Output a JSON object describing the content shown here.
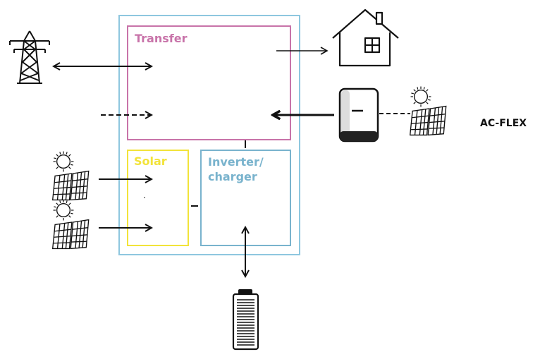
{
  "labels": {
    "transfer": "Transfer",
    "solar": "Solar",
    "inverter_charger": "Inverter/\ncharger",
    "ac_flex": "AC-FLEX"
  },
  "colors": {
    "outer_box": "#8ec7df",
    "transfer": "#c873a9",
    "solar": "#f2e33a",
    "inverter_charger": "#79b3cd",
    "line": "#111111",
    "outer_label": "#111111"
  },
  "icons": [
    "power-tower-icon",
    "house-icon",
    "ac-inverter-icon",
    "solar-panel-icon",
    "battery-icon"
  ]
}
